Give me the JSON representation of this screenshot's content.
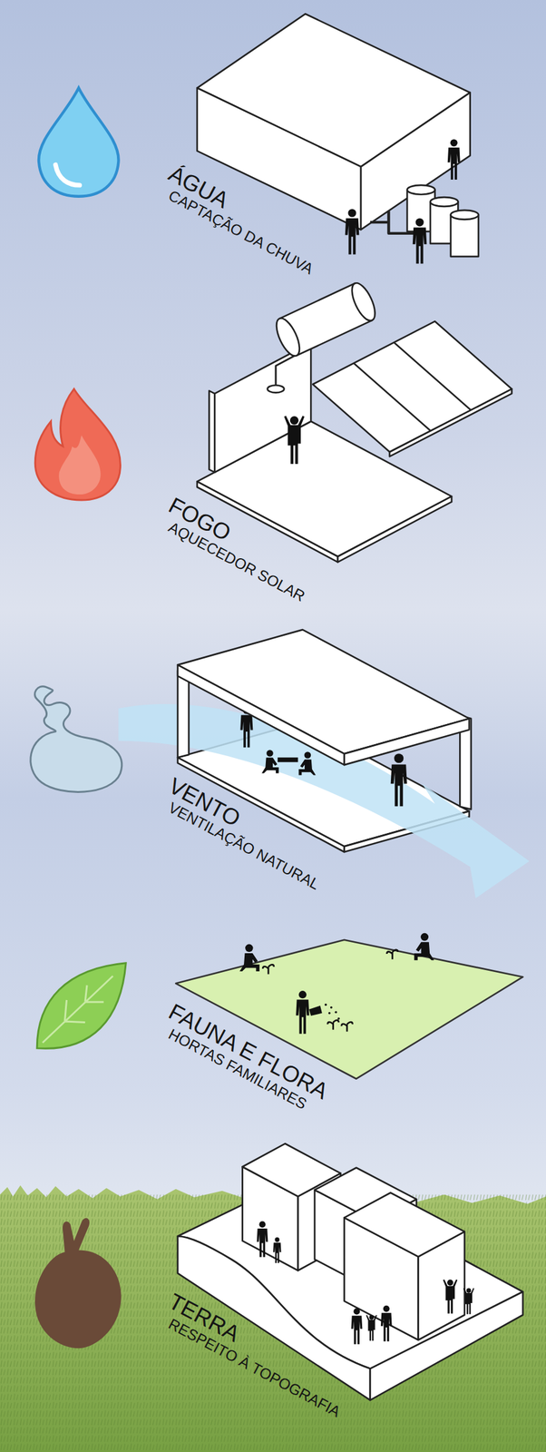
{
  "diagram": {
    "labels": [
      "ÁGUA",
      "CAPTAÇÃO DA CHUVA",
      "FOGO",
      "AQUECEDOR SOLAR",
      "VENTO",
      "VENTILAÇÃO NATURAL",
      "FAUNA E FLORA",
      "HORTAS FAMILIARES",
      "TERRA",
      "RESPEITO À TOPOGRAFIA"
    ]
  }
}
